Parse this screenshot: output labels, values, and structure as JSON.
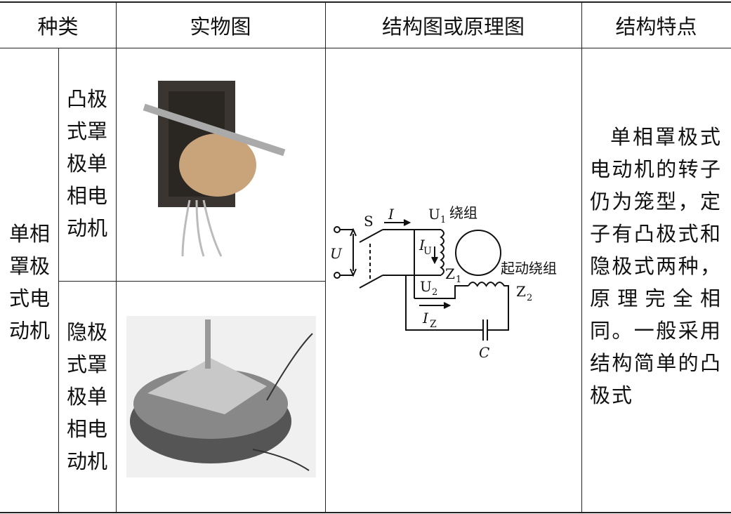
{
  "headers": {
    "kind": "种类",
    "photo": "实物图",
    "diagram": "结构图或原理图",
    "features": "结构特点"
  },
  "category": "单相罩极式电动机",
  "subtypes": [
    {
      "name": "凸极式罩极单相电动机"
    },
    {
      "name": "隐极式罩极单相电动机"
    }
  ],
  "diagram": {
    "S": "S",
    "I": "I",
    "U1": "U",
    "U1_sub": "1",
    "U1_winding": "绕组",
    "U": "U",
    "IU": "I",
    "IU_sub": "U",
    "U2": "U",
    "U2_sub": "2",
    "Z1": "Z",
    "Z1_sub": "1",
    "start_winding": "起动绕组",
    "Z2": "Z",
    "Z2_sub": "2",
    "IZ": "I",
    "IZ_sub": "Z",
    "C": "C"
  },
  "features": "单相罩极式电动机的转子仍为笼型，定子有凸极式和隐极式两种，原理完全相同。一般采用结构简单的凸极式"
}
